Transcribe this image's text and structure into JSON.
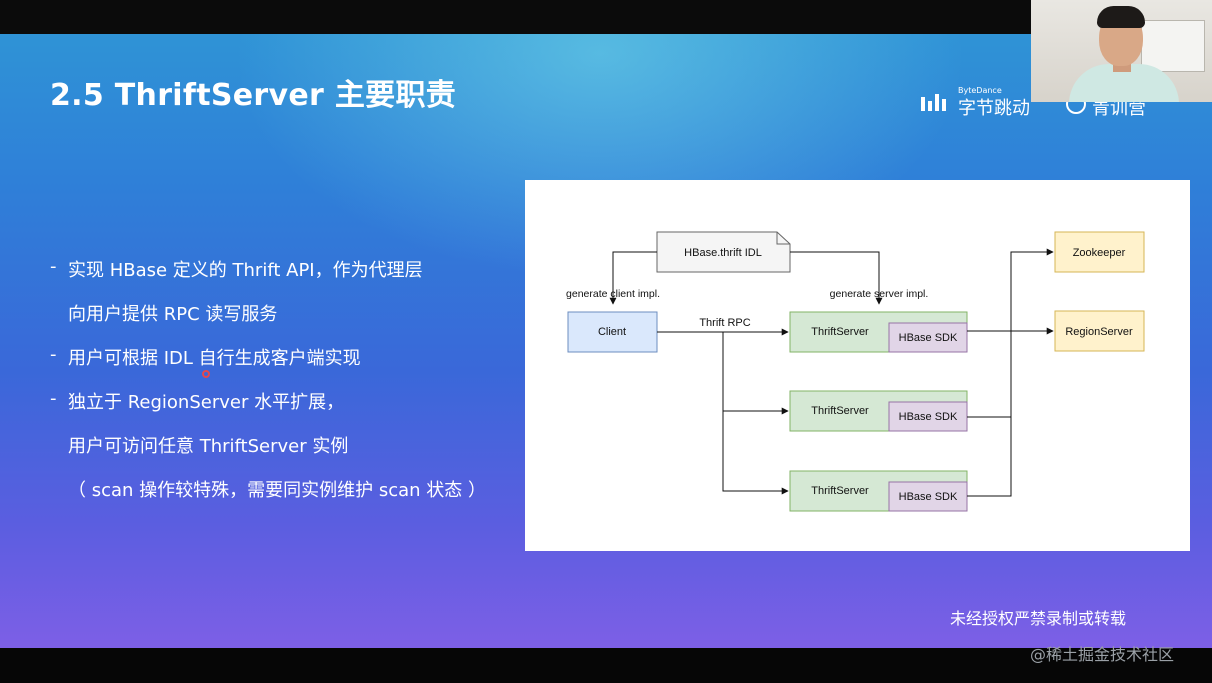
{
  "slide": {
    "title": "2.5 ThriftServer 主要职责",
    "brand": {
      "en": "ByteDance",
      "cn": "字节跳动",
      "camp": "青训营"
    },
    "bullets": [
      {
        "dash": "-",
        "text": "实现 HBase 定义的 Thrift API，作为代理层"
      },
      {
        "dash": "",
        "text": "向用户提供 RPC 读写服务"
      },
      {
        "dash": "-",
        "text": "用户可根据 IDL 自行生成客户端实现"
      },
      {
        "dash": "-",
        "text": "独立于 RegionServer 水平扩展，"
      },
      {
        "dash": "",
        "text": "用户可访问任意 ThriftServer 实例"
      },
      {
        "dash": "",
        "text": "（ scan 操作较特殊，需要同实例维护 scan 状态 ）"
      }
    ],
    "notice": "未经授权严禁录制或转载"
  },
  "diagram": {
    "idl_doc": "HBase.thrift IDL",
    "generate_client": "generate client impl.",
    "generate_server": "generate server impl.",
    "client": "Client",
    "thrift_rpc": "Thrift RPC",
    "servers": [
      {
        "name": "ThriftServer",
        "sdk": "HBase SDK"
      },
      {
        "name": "ThriftServer",
        "sdk": "HBase SDK"
      },
      {
        "name": "ThriftServer",
        "sdk": "HBase SDK"
      }
    ],
    "zookeeper": "Zookeeper",
    "regionserver": "RegionServer",
    "colors": {
      "client_fill": "#dae8fc",
      "client_stroke": "#6c8ebf",
      "server_fill": "#d5e8d4",
      "server_stroke": "#82b366",
      "sdk_fill": "#e1d5e7",
      "sdk_stroke": "#9673a6",
      "target_fill": "#fff2cc",
      "target_stroke": "#d6b656",
      "doc_fill": "#f5f5f5",
      "doc_stroke": "#666666"
    }
  },
  "footer": {
    "juejin": "@稀土掘金技术社区"
  }
}
